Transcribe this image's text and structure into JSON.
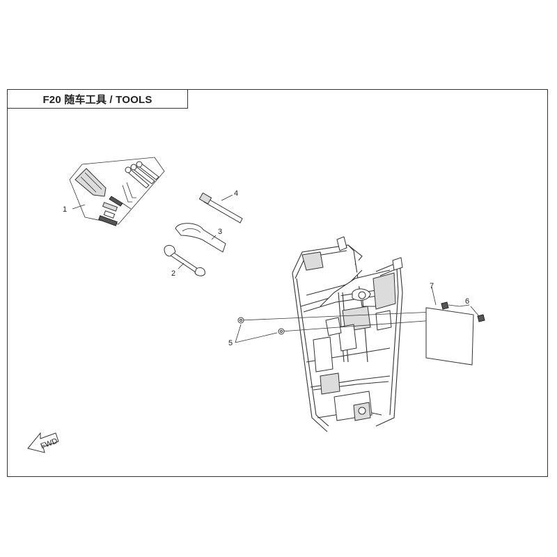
{
  "diagram": {
    "title": "F20 随车工具 / TOOLS",
    "fwd_label": "FWD",
    "callouts": {
      "c1": "1",
      "c2": "2",
      "c3": "3",
      "c4": "4",
      "c5": "5",
      "c6": "6",
      "c7": "7"
    }
  }
}
